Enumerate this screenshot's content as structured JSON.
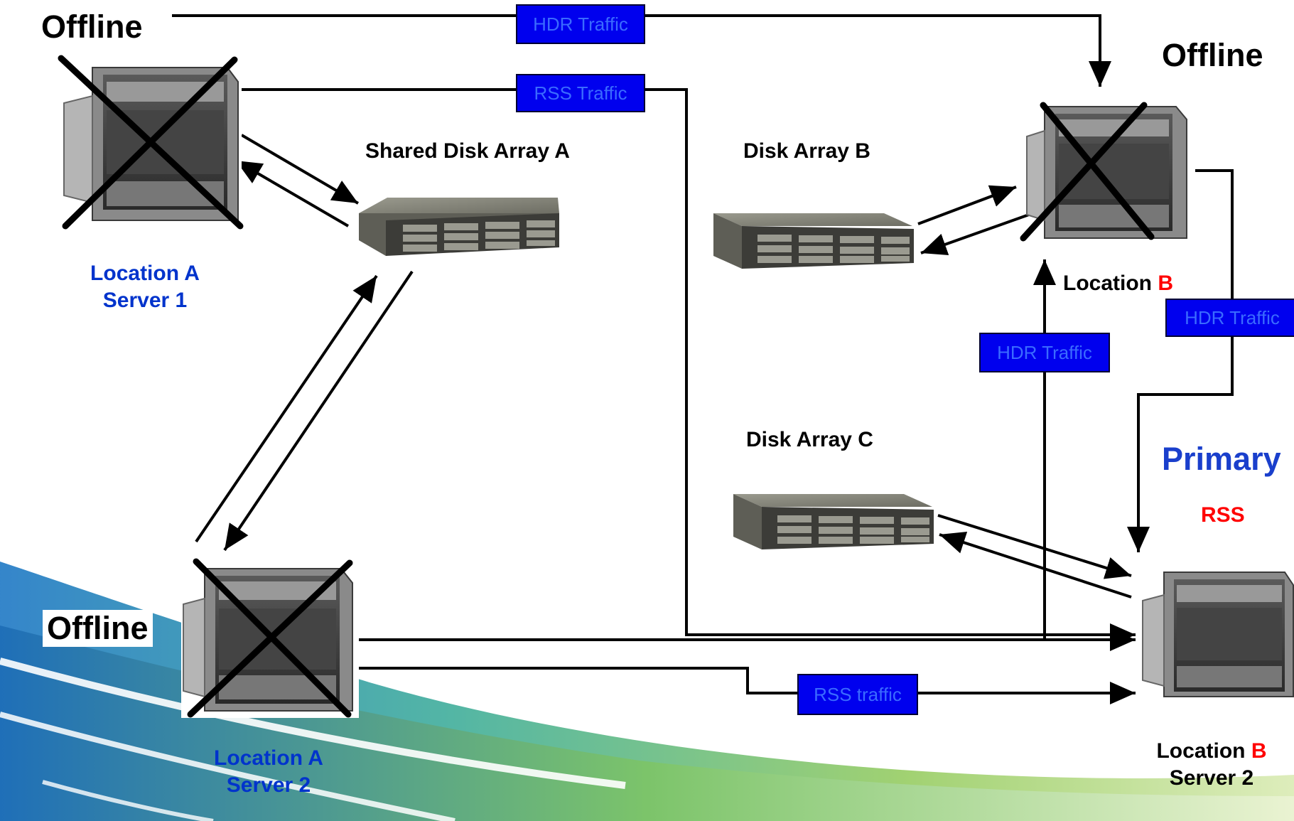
{
  "colors": {
    "traffic_box": "#0000ee",
    "traffic_text": "#3a6bff",
    "blue_label": "#0033cc",
    "red_accent": "#ff0000",
    "primary": "#1a3fcc"
  },
  "status": {
    "server_a1": "Offline",
    "server_b1": "Offline",
    "server_a2": "Offline",
    "server_b2": "Primary",
    "server_b2_role": "RSS"
  },
  "arrays": {
    "a": "Shared Disk Array A",
    "b": "Disk Array B",
    "c": "Disk Array C"
  },
  "locations": {
    "a1": {
      "line1": "Location A",
      "line2": "Server 1"
    },
    "b1": {
      "prefix": "Location ",
      "letter": "B"
    },
    "a2": {
      "line1": "Location A",
      "line2": "Server 2"
    },
    "b2": {
      "prefix": "Location ",
      "letter": "B",
      "line2": "Server 2"
    }
  },
  "traffic": {
    "top_hdr": "HDR Traffic",
    "top_rss": "RSS Traffic",
    "right_hdr": "HDR Traffic",
    "mid_hdr": "HDR Traffic",
    "bottom_rss": "RSS traffic"
  },
  "icons": [
    "server-icon",
    "disk-array-icon",
    "offline-x-icon",
    "swoosh-background"
  ]
}
